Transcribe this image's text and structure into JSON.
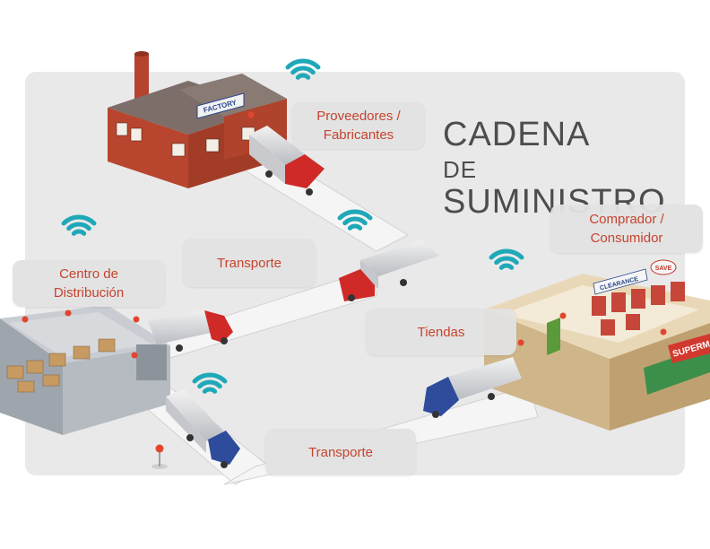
{
  "title": {
    "line1": "CADENA",
    "line2_prefix": "DE",
    "line2_main": "SUMINISTRO"
  },
  "nodes": {
    "proveedores": "Proveedores /\nFabricantes",
    "transporte_top": "Transporte",
    "centro": "Centro de\nDistribución",
    "comprador": "Comprador /\nConsumidor",
    "tiendas": "Tiendas",
    "transporte_bottom": "Transporte"
  },
  "signs": {
    "factory": "FACTORY",
    "clearance": "CLEARANCE",
    "save": "SAVE",
    "supermarket": "SUPERM"
  },
  "icons": [
    "wifi-icon",
    "location-pin-icon",
    "truck-icon",
    "factory-icon",
    "warehouse-icon",
    "store-icon"
  ],
  "colors": {
    "label_text": "#c5442f",
    "wifi": "#1fa8b8",
    "brick": "#b5432d",
    "truck_red": "#cf2a27",
    "truck_blue": "#2e4b9c",
    "road": "#f4f4f4",
    "panel": "#e9e9e9"
  }
}
